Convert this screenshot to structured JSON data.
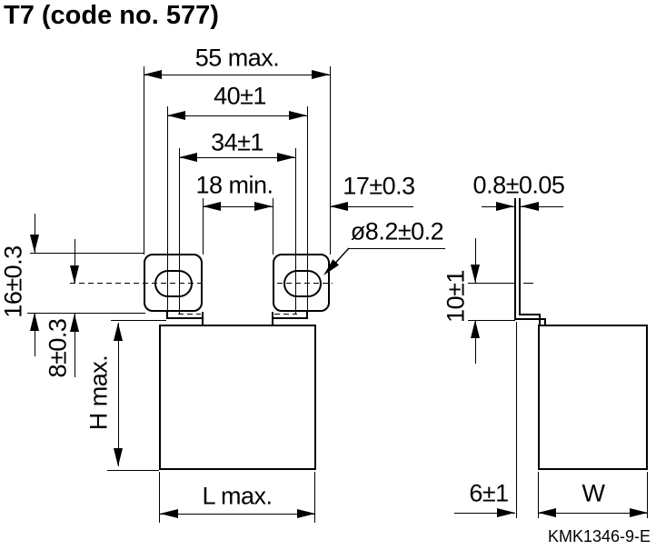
{
  "title": "T7 (code no. 577)",
  "drawing_code": "KMK1346-9-E",
  "front_view": {
    "dim_overall_width": "55 max.",
    "dim_hole_span_outer": "40±1",
    "dim_hole_span_inner": "34±1",
    "dim_gap": "18 min.",
    "dim_lug_width": "17±0.3",
    "hole_diameter": "ø8.2±0.2",
    "dim_lug_height": "16±0.3",
    "dim_hole_center": "8±0.3",
    "dim_height": "H max.",
    "dim_length": "L max."
  },
  "side_view": {
    "dim_terminal_thickness": "0.8±0.05",
    "dim_terminal_height": "10±1",
    "dim_offset": "6±1",
    "dim_width": "W"
  }
}
